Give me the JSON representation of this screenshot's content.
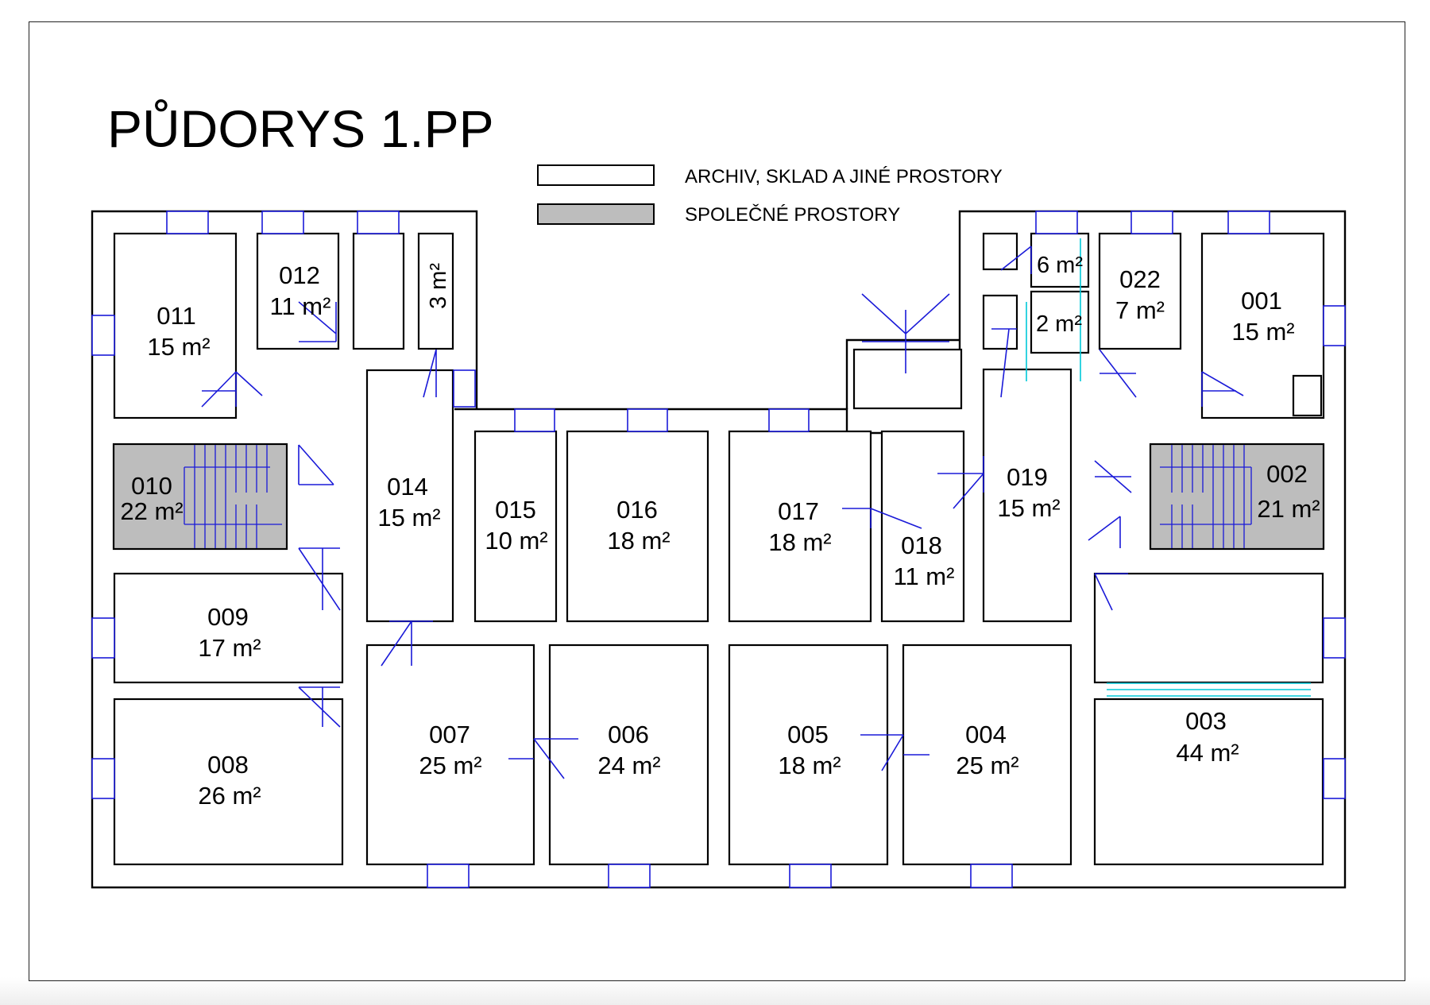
{
  "title": "PŮDORYS 1.PP",
  "legend": [
    {
      "label": "ARCHIV, SKLAD A JINÉ PROSTORY",
      "fill": "#ffffff"
    },
    {
      "label": "SPOLEČNÉ PROSTORY",
      "fill": "#bdbdbd"
    }
  ],
  "colors": {
    "wall": "#000000",
    "shared_room": "#bdbdbd",
    "openings": "#1a1ad8",
    "glazing": "#00c8d8"
  },
  "rooms": {
    "r011": {
      "number": "011",
      "area": "15 m²"
    },
    "r012": {
      "number": "012",
      "area": "11 m²"
    },
    "r013": {
      "area": "3 m²"
    },
    "r010": {
      "number": "010",
      "area": "22 m²"
    },
    "r014": {
      "number": "014",
      "area": "15 m²"
    },
    "r015": {
      "number": "015",
      "area": "10 m²"
    },
    "r016": {
      "number": "016",
      "area": "18 m²"
    },
    "r017": {
      "number": "017",
      "area": "18 m²"
    },
    "r018": {
      "number": "018",
      "area": "11 m²"
    },
    "r019": {
      "number": "019",
      "area": "15 m²"
    },
    "r020": {
      "area": "6 m²"
    },
    "r021": {
      "area": "2 m²"
    },
    "r022": {
      "number": "022",
      "area": "7 m²"
    },
    "r001": {
      "number": "001",
      "area": "15 m²"
    },
    "r002": {
      "number": "002",
      "area": "21 m²"
    },
    "r009": {
      "number": "009",
      "area": "17 m²"
    },
    "r008": {
      "number": "008",
      "area": "26 m²"
    },
    "r007": {
      "number": "007",
      "area": "25 m²"
    },
    "r006": {
      "number": "006",
      "area": "24 m²"
    },
    "r005": {
      "number": "005",
      "area": "18 m²"
    },
    "r004": {
      "number": "004",
      "area": "25 m²"
    },
    "r003": {
      "number": "003",
      "area": "44 m²"
    }
  }
}
